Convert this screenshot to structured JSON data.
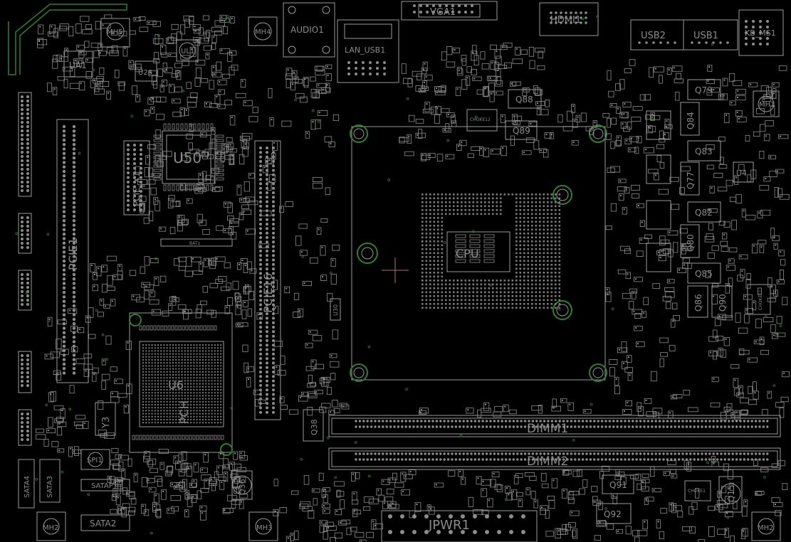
{
  "viewer": {
    "title": ""
  },
  "components": {
    "ua1": "UA1",
    "u26": "U26",
    "ul1": "UL1",
    "mh5": "MH5",
    "mh4_top": "MH4",
    "audio1": "AUDIO1",
    "lan_usb1": "LAN_USB1",
    "vga1": "VGA1",
    "hdmi1": "HDMI1",
    "usb2": "USB2",
    "usb1": "USB1",
    "kb_ms1": "KB_MS1",
    "mh1": "MH1",
    "u50": "U50",
    "pcie1": "PCIE1",
    "pcie16": "PCIE16",
    "pcie_x1": "PCIE_X1",
    "cpu": "CPU",
    "u30": "U30",
    "q88": "Q88",
    "q89": "Q89",
    "q79": "Q79",
    "q84": "Q84",
    "q83": "Q83",
    "q77": "Q77",
    "u4": "U4",
    "q82": "Q82",
    "q80": "Q80",
    "q85": "Q85",
    "q86": "Q86",
    "q90": "Q90",
    "bat1": "BAT1",
    "pch": "PCH",
    "u6": "U6",
    "y3": "Y3",
    "spi1": "SPI1",
    "sata4": "SATA4",
    "sata3": "SATA3",
    "satap": "SATAP",
    "sata2": "SATA2",
    "mh2_left": "MH2",
    "mh3": "MH3",
    "q36": "Q36",
    "q38": "Q38",
    "dimm1": "DIMM1",
    "dimm2": "DIMM2",
    "jpwr1": "JPWR1",
    "q91": "Q91",
    "q92": "Q92",
    "q15": "Q15",
    "mh2_right": "MH2",
    "choke12": "CHOKE12",
    "choke1": "CHOKE1",
    "choke11": "CHOKE11"
  },
  "colors": {
    "background": "#000000",
    "silkscreen": "#9a9a9a",
    "mount_hole": "#2f7f2f"
  }
}
